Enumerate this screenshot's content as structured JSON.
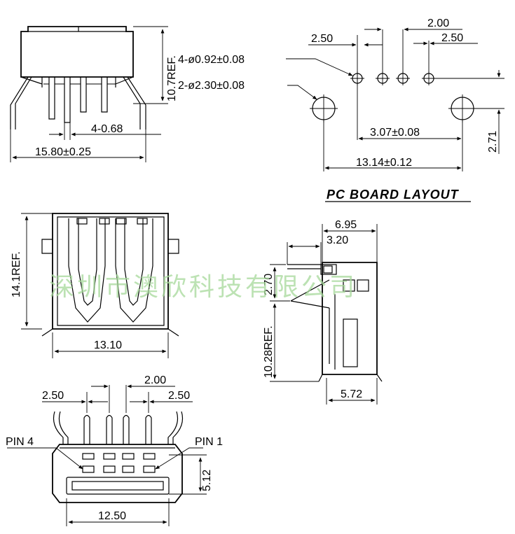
{
  "side_view": {
    "height_label": "10.7REF.",
    "pin_width_label": "4-0.68",
    "width_label": "15.80±0.25"
  },
  "pcb_layout": {
    "title": "PC BOARD LAYOUT",
    "hole_small_label": "4-ø0.92±0.08",
    "hole_large_label": "2-ø2.30±0.08",
    "pitch_left_label": "2.50",
    "pitch_mid_label": "2.00",
    "pitch_right_label": "2.50",
    "offset_label": "3.07±0.08",
    "span_label": "13.14±0.12",
    "vertical_label": "2.71"
  },
  "front_view": {
    "height_label": "14.1REF.",
    "width_label": "13.10"
  },
  "profile_view": {
    "top_width_label": "6.95",
    "inner_width_label": "3.20",
    "small_height_label": "2.70",
    "height_label": "10.28REF.",
    "bottom_width_label": "5.72"
  },
  "bottom_view": {
    "pitch_left_label": "2.50",
    "pitch_mid_label": "2.00",
    "pitch_right_label": "2.50",
    "pin4_label": "PIN  4",
    "pin1_label": "PIN  1",
    "height_label": "5.12",
    "width_label": "12.50"
  },
  "watermark": "深圳市澳欣科技有限公司"
}
